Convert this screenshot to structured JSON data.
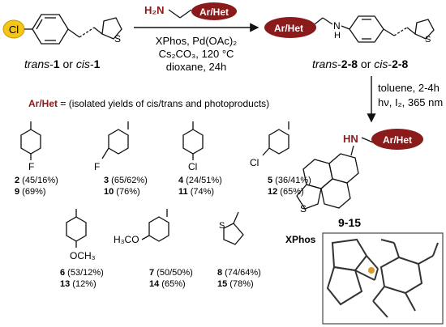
{
  "colors": {
    "accent": "#8b1a1a",
    "cl_ball": "#f5c518",
    "ink": "#111111",
    "xphos_p": "#d99a2b"
  },
  "labels": {
    "cl": "Cl",
    "h2n": "H₂N",
    "ar_het": "Ar/Het",
    "nh_n": "N",
    "nh_h": "H",
    "hn": "HN",
    "s": "S"
  },
  "conditions_1": {
    "line1": "XPhos, Pd(OAc)₂",
    "line2": "Cs₂CO₃, 120 °C",
    "line3": "dioxane, 24h"
  },
  "conditions_2": {
    "line1": "toluene, 2-4h",
    "line2": "hν, I₂, 365 nm"
  },
  "start_label": {
    "p1": "trans",
    "p2": "-",
    "p3": "1",
    "p4": " or ",
    "p5": "cis",
    "p6": "-",
    "p7": "1"
  },
  "product_label": {
    "p1": "trans",
    "p2": "-",
    "p3": "2-8",
    "p4": " or ",
    "p5": "cis",
    "p6": "-",
    "p7": "2-8"
  },
  "final_label": "9-15",
  "legend": {
    "key": "Ar/Het",
    "text": " = (isolated yields of cis/trans and photoproducts)"
  },
  "substituents": [
    {
      "F": "F",
      "c1": "2",
      "y1": " (45/16%)",
      "c2": "9",
      "y2": " (69%)"
    },
    {
      "F": "F",
      "c1": "3",
      "y1": " (65/62%)",
      "c2": "10",
      "y2": " (76%)"
    },
    {
      "F": "Cl",
      "c1": "4",
      "y1": " (24/51%)",
      "c2": "11",
      "y2": " (74%)"
    },
    {
      "F": "Cl",
      "c1": "5",
      "y1": " (36/41%)",
      "c2": "12",
      "y2": " (65%)"
    },
    {
      "F": "OCH₃",
      "c1": "6",
      "y1": " (53/12%)",
      "c2": "13",
      "y2": " (12%)"
    },
    {
      "F": "H₃CO",
      "c1": "7",
      "y1": " (50/50%)",
      "c2": "14",
      "y2": " (65%)"
    },
    {
      "F": "S",
      "c1": "8",
      "y1": " (74/64%)",
      "c2": "15",
      "y2": " (78%)"
    }
  ],
  "xphos_label": "XPhos"
}
